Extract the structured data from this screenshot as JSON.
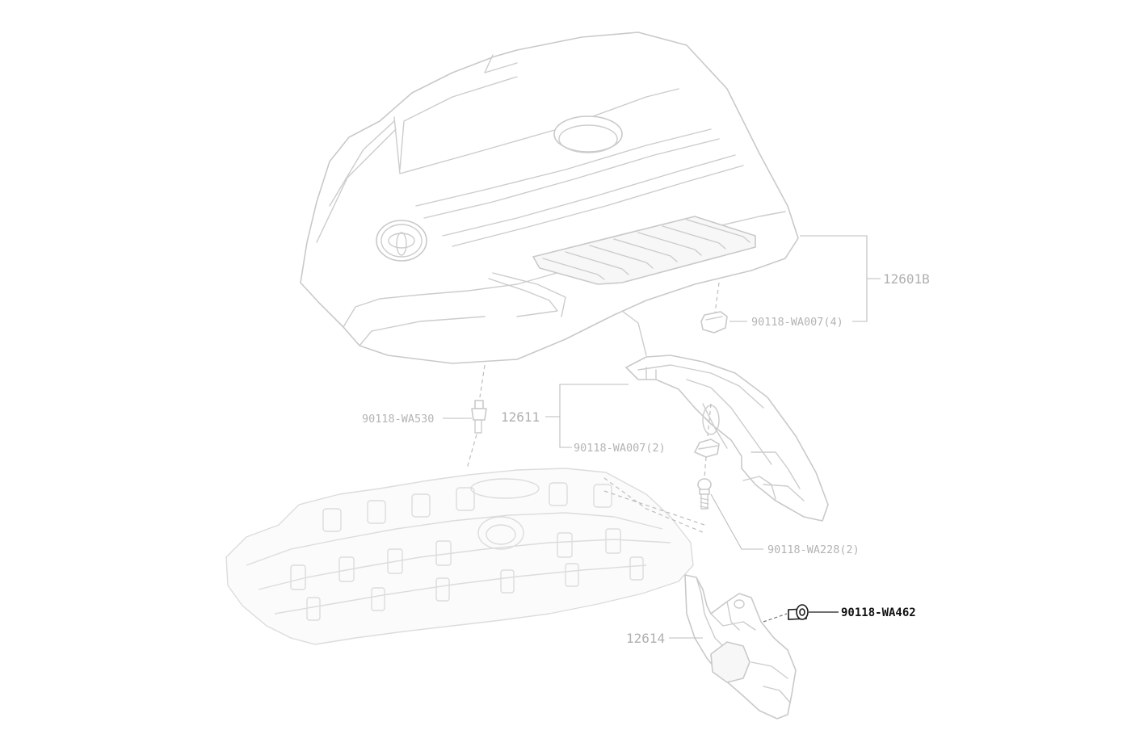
{
  "labels": {
    "cover_12601b": "12601B",
    "clip_wa007_4": "90118-WA007(4)",
    "cover_12611": "12611",
    "clip_wa007_2": "90118-WA007(2)",
    "stud_wa530": "90118-WA530",
    "bolt_wa228_2": "90118-WA228(2)",
    "bolt_wa462": "90118-WA462",
    "bracket_12614": "12614"
  },
  "colors": {
    "line": "#c9c9c9",
    "label": "#b4b4b4",
    "highlight": "#111111",
    "background": "#ffffff"
  }
}
